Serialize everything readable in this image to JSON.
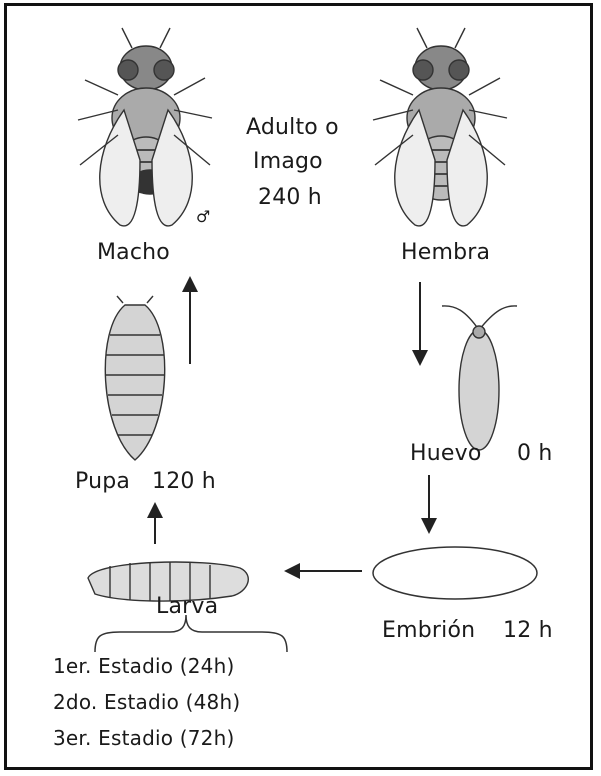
{
  "stages": {
    "adult_title_line1": "Adulto o",
    "adult_title_line2": "Imago",
    "adult_time": "240 h",
    "male": "Macho",
    "female": "Hembra",
    "egg": "Huevo",
    "egg_time": "0 h",
    "pupa": "Pupa",
    "pupa_time": "120 h",
    "embryo": "Embrión",
    "embryo_time": "12 h",
    "larva": "Larva",
    "larva_instars": [
      "1er. Estadio (24h)",
      "2do. Estadio (48h)",
      "3er. Estadio (72h)"
    ]
  },
  "male_symbol": "♂",
  "colors": {
    "ink": "#1a1a1a",
    "background": "#ffffff"
  }
}
